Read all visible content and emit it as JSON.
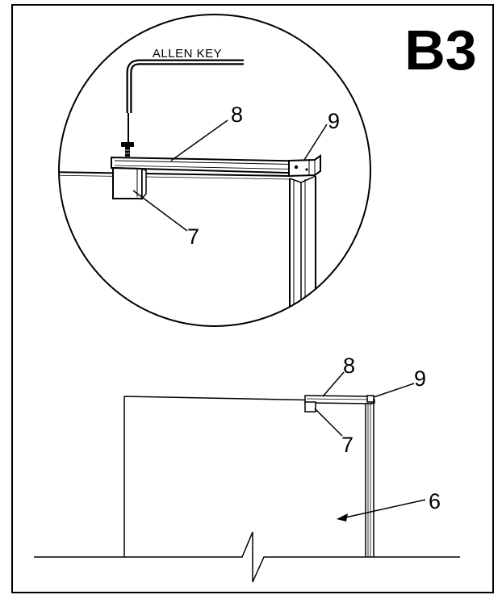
{
  "step": {
    "label": "B3"
  },
  "detail": {
    "tool_label": "ALLEN KEY",
    "callouts": {
      "bracket": "8",
      "end_cap": "9",
      "clamp": "7"
    }
  },
  "overview": {
    "callouts": {
      "bracket": "8",
      "end_cap": "9",
      "clamp": "7",
      "panel": "6"
    }
  }
}
